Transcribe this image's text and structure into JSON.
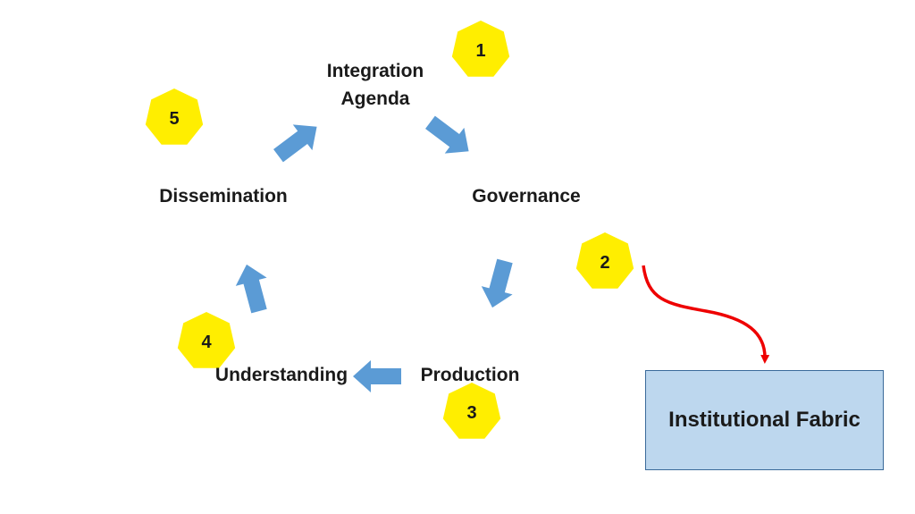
{
  "stages": {
    "integration_line1": "Integration",
    "integration_line2": "Agenda",
    "governance": "Governance",
    "production": "Production",
    "understanding": "Understanding",
    "dissemination": "Dissemination"
  },
  "badges": [
    "1",
    "2",
    "3",
    "4",
    "5"
  ],
  "institutional_fabric": "Institutional Fabric",
  "colors": {
    "badge_fill": "#ffee00",
    "arrow_fill": "#5b9bd5",
    "connector_red": "#ee0000",
    "box_fill": "#bdd7ee"
  }
}
